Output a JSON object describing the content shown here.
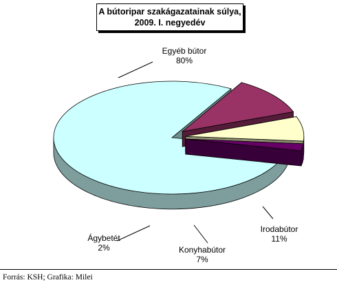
{
  "chart_data": {
    "type": "pie",
    "title": [
      "A bútoripar szakágazatainak súlya,",
      "2009. I. negyedév"
    ],
    "slices": [
      {
        "label": "Egyéb bútor",
        "value_label": "80%",
        "value": 80,
        "color": "#ccffff"
      },
      {
        "label": "Irodabútor",
        "value_label": "11%",
        "value": 11,
        "color": "#993366"
      },
      {
        "label": "Konyhabútor",
        "value_label": "7%",
        "value": 7,
        "color": "#ffffcc"
      },
      {
        "label": "Ágybetét",
        "value_label": "2%",
        "value": 2,
        "color": "#660066"
      }
    ],
    "exploded": true,
    "three_d": true
  },
  "source": "Forrás: KSH; Grafika: Milei"
}
